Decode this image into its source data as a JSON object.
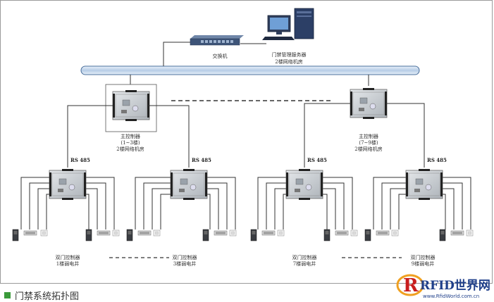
{
  "colors": {
    "bus": "#cfe2f3",
    "bus_edge": "#4a6f9c",
    "wire": "#333333",
    "board": "#c9ced3",
    "caption_square": "#3a9a3a",
    "logo_red": "#c81e1e"
  },
  "switch": {
    "label": "交换机"
  },
  "server": {
    "label_1": "门禁管理服务器",
    "label_2": "2楼网络机房"
  },
  "main_controllers": [
    {
      "label_1": "主控制器",
      "label_2": "(1~3楼)",
      "label_3": "2楼网络机房"
    },
    {
      "label_1": "主控制器",
      "label_2": "(7~9楼)",
      "label_3": "2楼网络机房"
    }
  ],
  "rs485_label": "RS 485",
  "door_controllers": [
    {
      "label_1": "双门控制器",
      "label_2": "1楼弱电井"
    },
    {
      "label_1": "双门控制器",
      "label_2": "3楼弱电井"
    },
    {
      "label_1": "双门控制器",
      "label_2": "7楼弱电井"
    },
    {
      "label_1": "双门控制器",
      "label_2": "9楼弱电井"
    }
  ],
  "caption": "门禁系统拓扑图",
  "logo": {
    "text": "RFID世界网",
    "url": "www.RfidWorld.com.cn"
  },
  "icons": [
    "switch-icon",
    "server-icon",
    "controller-board-icon",
    "card-reader-icon",
    "door-lock-icon",
    "exit-button-icon"
  ]
}
